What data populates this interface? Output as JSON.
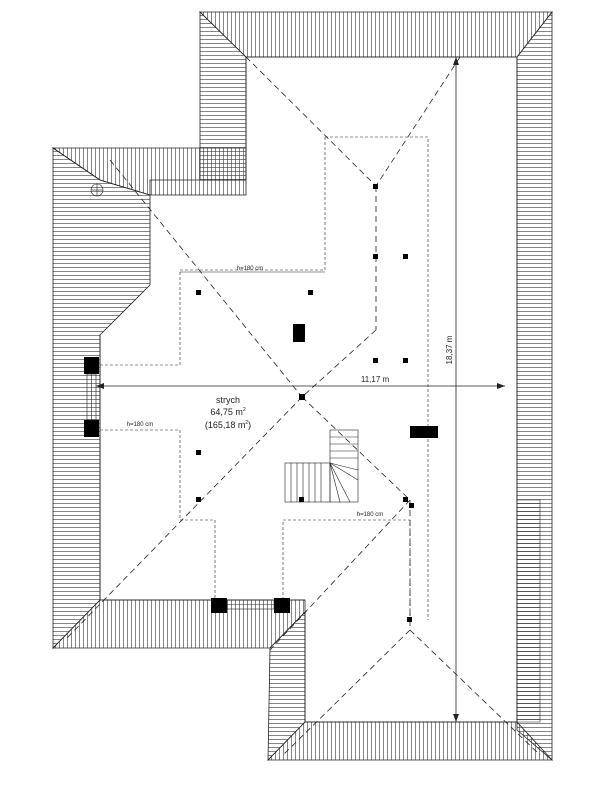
{
  "plan": {
    "room_name": "strych",
    "area_text": "64,75 m",
    "area_superscript": "2",
    "gross_area_text": "(165,18 m",
    "gross_area_superscript": "2",
    "gross_area_close": ")",
    "height_labels": [
      "h=180 cm",
      "h=180 cm",
      "h=180 cm"
    ],
    "dimension_width": "11,17 m",
    "dimension_length": "18,37 m"
  },
  "colors": {
    "line": "#222222",
    "hatch": "#333333",
    "fill_dark": "#000000",
    "background": "#ffffff"
  },
  "icons": [
    "roof-window-icon",
    "chimney-icon",
    "stair-icon",
    "dimension-arrow-icon"
  ]
}
